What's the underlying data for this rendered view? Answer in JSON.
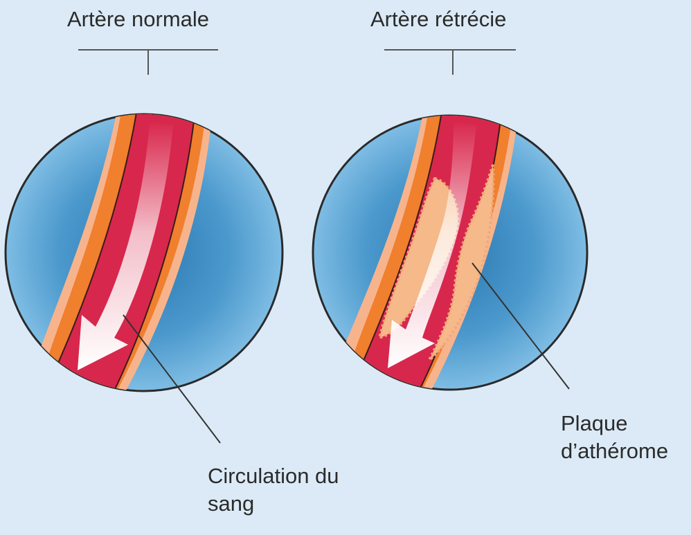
{
  "labels": {
    "normal_artery": "Artère normale",
    "narrowed_artery": "Artère rétrécie",
    "blood_flow_line1": "Circulation du",
    "blood_flow_line2": "sang",
    "plaque_line1": "Plaque",
    "plaque_line2": "d’athérome"
  },
  "colors": {
    "background": "#dbeaf6",
    "tissue_outer": "#5aaad8",
    "tissue_inner": "#2f7fb8",
    "vessel_wall_orange": "#f07f2e",
    "vessel_wall_light": "#f7b48c",
    "blood_red": "#d8274c",
    "plaque": "#f5b98a",
    "flow_arrow": "#ffffff",
    "leader_line": "#333333"
  },
  "icons": [
    "flow-arrow",
    "plaque-deposit"
  ]
}
